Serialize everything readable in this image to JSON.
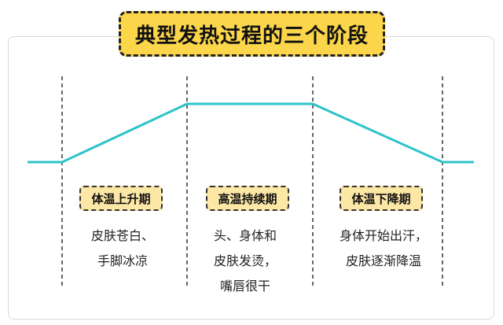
{
  "title": "典型发热过程的三个阶段",
  "colors": {
    "accent": "#fbd54a",
    "badge": "#fde7a6",
    "curve": "#2ec3c8",
    "divider": "#333333"
  },
  "stages": [
    {
      "label": "体温上升期",
      "lines": [
        "皮肤苍白、",
        "手脚冰凉"
      ]
    },
    {
      "label": "高温持续期",
      "lines": [
        "头、身体和",
        "皮肤发烫，",
        "嘴唇很干"
      ]
    },
    {
      "label": "体温下降期",
      "lines": [
        "身体开始出汗，",
        "皮肤逐渐降温"
      ]
    }
  ]
}
